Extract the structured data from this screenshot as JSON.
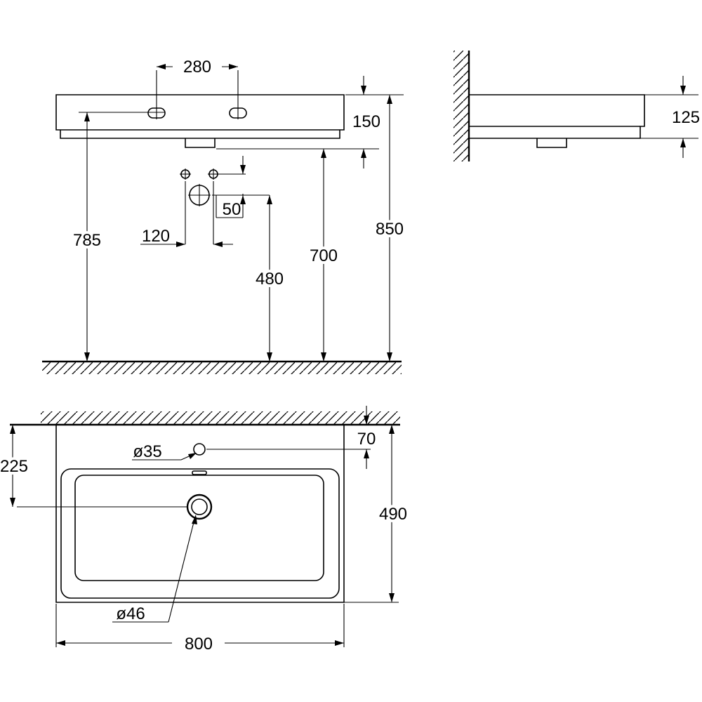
{
  "dimensions": {
    "tap_hole_spacing": "280",
    "basin_height": "150",
    "overflow_height": "785",
    "total_height": "850",
    "bottom_height": "700",
    "trap_height": "480",
    "trap_offset_vertical": "50",
    "supply_spacing": "120",
    "side_height": "125",
    "wall_depth": "225",
    "tap_hole_depth": "70",
    "tap_hole_diameter": "ø35",
    "depth": "490",
    "drain_diameter": "ø46",
    "width": "800"
  }
}
